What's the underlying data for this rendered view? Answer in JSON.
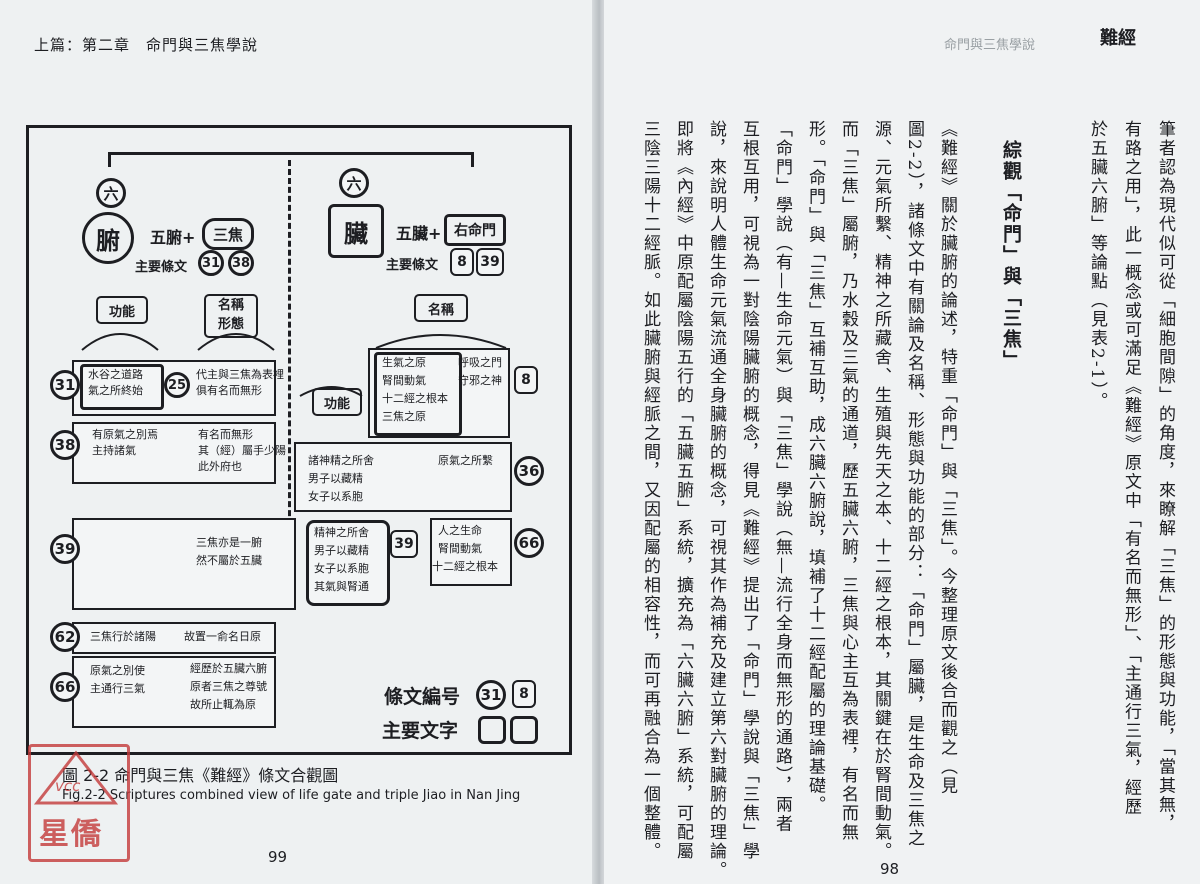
{
  "left_page": {
    "running_header": "上篇：第二章　命門與三焦學說",
    "page_number": "99",
    "caption_zh": "圖 2-2 命門與三焦《難經》條文合觀圖",
    "caption_en": "Fig.2-2 Scriptures combined view of life gate and triple Jiao in Nan Jing"
  },
  "diagram": {
    "fu": {
      "six": "六",
      "char": "腑",
      "label": "五腑+",
      "sanjiao": "三焦",
      "main_text_label": "主要條文",
      "nums": [
        "31",
        "38"
      ]
    },
    "zang": {
      "six": "六",
      "char": "臟",
      "label": "五臟+",
      "mingmen": "右命門",
      "main_text_label": "主要條文",
      "nums": [
        "8",
        "39"
      ]
    },
    "gongneng": "功能",
    "mingcheng_xingtai": [
      "名稱",
      "形態"
    ],
    "mingcheng": "名稱",
    "gongneng2": "功能",
    "rows": {
      "r31": {
        "num": "31",
        "inner": [
          "水谷之道路",
          "氣之所終始"
        ],
        "num2": "25",
        "right": [
          "代主與三焦為表裡",
          "俱有名而無形"
        ]
      },
      "r8": {
        "inner": [
          "生氣之原",
          "腎間動氣",
          "十二經之根本",
          "三焦之原"
        ],
        "right": [
          "呼吸之門",
          "守邪之神"
        ],
        "num": "8"
      },
      "r38": {
        "num": "38",
        "left": [
          "有原氣之別焉",
          "主持諸氣"
        ],
        "right": [
          "有名而無形",
          "其（經）屬手少陽",
          "此外府也"
        ]
      },
      "r36": {
        "left": [
          "諸神精之所舍",
          "男子以藏精",
          "女子以系胞"
        ],
        "right": "原氣之所繫",
        "num": "36"
      },
      "r39": {
        "num": "39",
        "text": [
          "三焦亦是一腑",
          "然不屬於五臟"
        ],
        "inner": [
          "精神之所舍",
          "男子以藏精",
          "女子以系胞",
          "其氣與腎通"
        ],
        "num2": "39"
      },
      "r66b": {
        "inner": [
          "人之生命",
          "腎間動氣",
          "十二經之根本"
        ],
        "num": "66"
      },
      "r62": {
        "num": "62",
        "left": "三焦行於諸陽",
        "right": "故置一俞名日原"
      },
      "r66": {
        "num": "66",
        "left": [
          "原氣之別使",
          "主通行三氣"
        ],
        "right": [
          "經歷於五臟六腑",
          "原者三焦之尊號",
          "故所止輒為原"
        ]
      }
    },
    "legend": {
      "number_label": "條文編号",
      "nums": [
        "31",
        "8"
      ],
      "text_label": "主要文字"
    }
  },
  "watermark": {
    "letters": "vcc",
    "name": "星僑"
  },
  "right_page": {
    "running_header": "難經",
    "faint_header": "命門與三焦學說",
    "page_number": "98",
    "para1": [
      "筆者認為現代似可從「細胞間隙」的角度，來瞭解「三焦」的形態與功能，「當其無，",
      "有路之用」，此一概念或可滿足《難經》原文中「有名而無形」、「主通行三氣，經歷",
      "於五臟六腑」等論點（見表2-1）。"
    ],
    "heading": "綜觀「命門」與「三焦」",
    "para2": [
      "《難經》關於臟腑的論述，特重「命門」與「三焦」。今整理原文後合而觀之（見",
      "圖2-2），諸條文中有關論及名稱、形態與功能的部分：「命門」屬臟，是生命及三焦之",
      "源、元氣所繫、精神之所藏舍、生殖與先天之本、十二經之根本，其關鍵在於腎間動氣。",
      "而「三焦」屬腑，乃水穀及三氣的通道，歷五臟六腑，三焦與心主互為表裡，有名而無",
      "形。「命門」與「三焦」互補互助，成六臟六腑說，填補了十二經配屬的理論基礎。",
      "「命門」學說（有—生命元氣）與「三焦」學說（無—流行全身而無形的通路），兩者",
      "互根互用，可視為一對陰陽臟腑的概念，得見《難經》提出了「命門」學說與「三焦」學",
      "說，來說明人體生命元氣流通全身臟腑的概念，可視其作為補充及建立第六對臟腑的理論。",
      "即將《內經》中原配屬陰陽五行的「五臟五腑」系統，擴充為「六臟六腑」系統，可配屬",
      "三陰三陽十二經脈。如此臟腑與經脈之間，又因配屬的相容性，而可再融合為一個整體。"
    ]
  }
}
